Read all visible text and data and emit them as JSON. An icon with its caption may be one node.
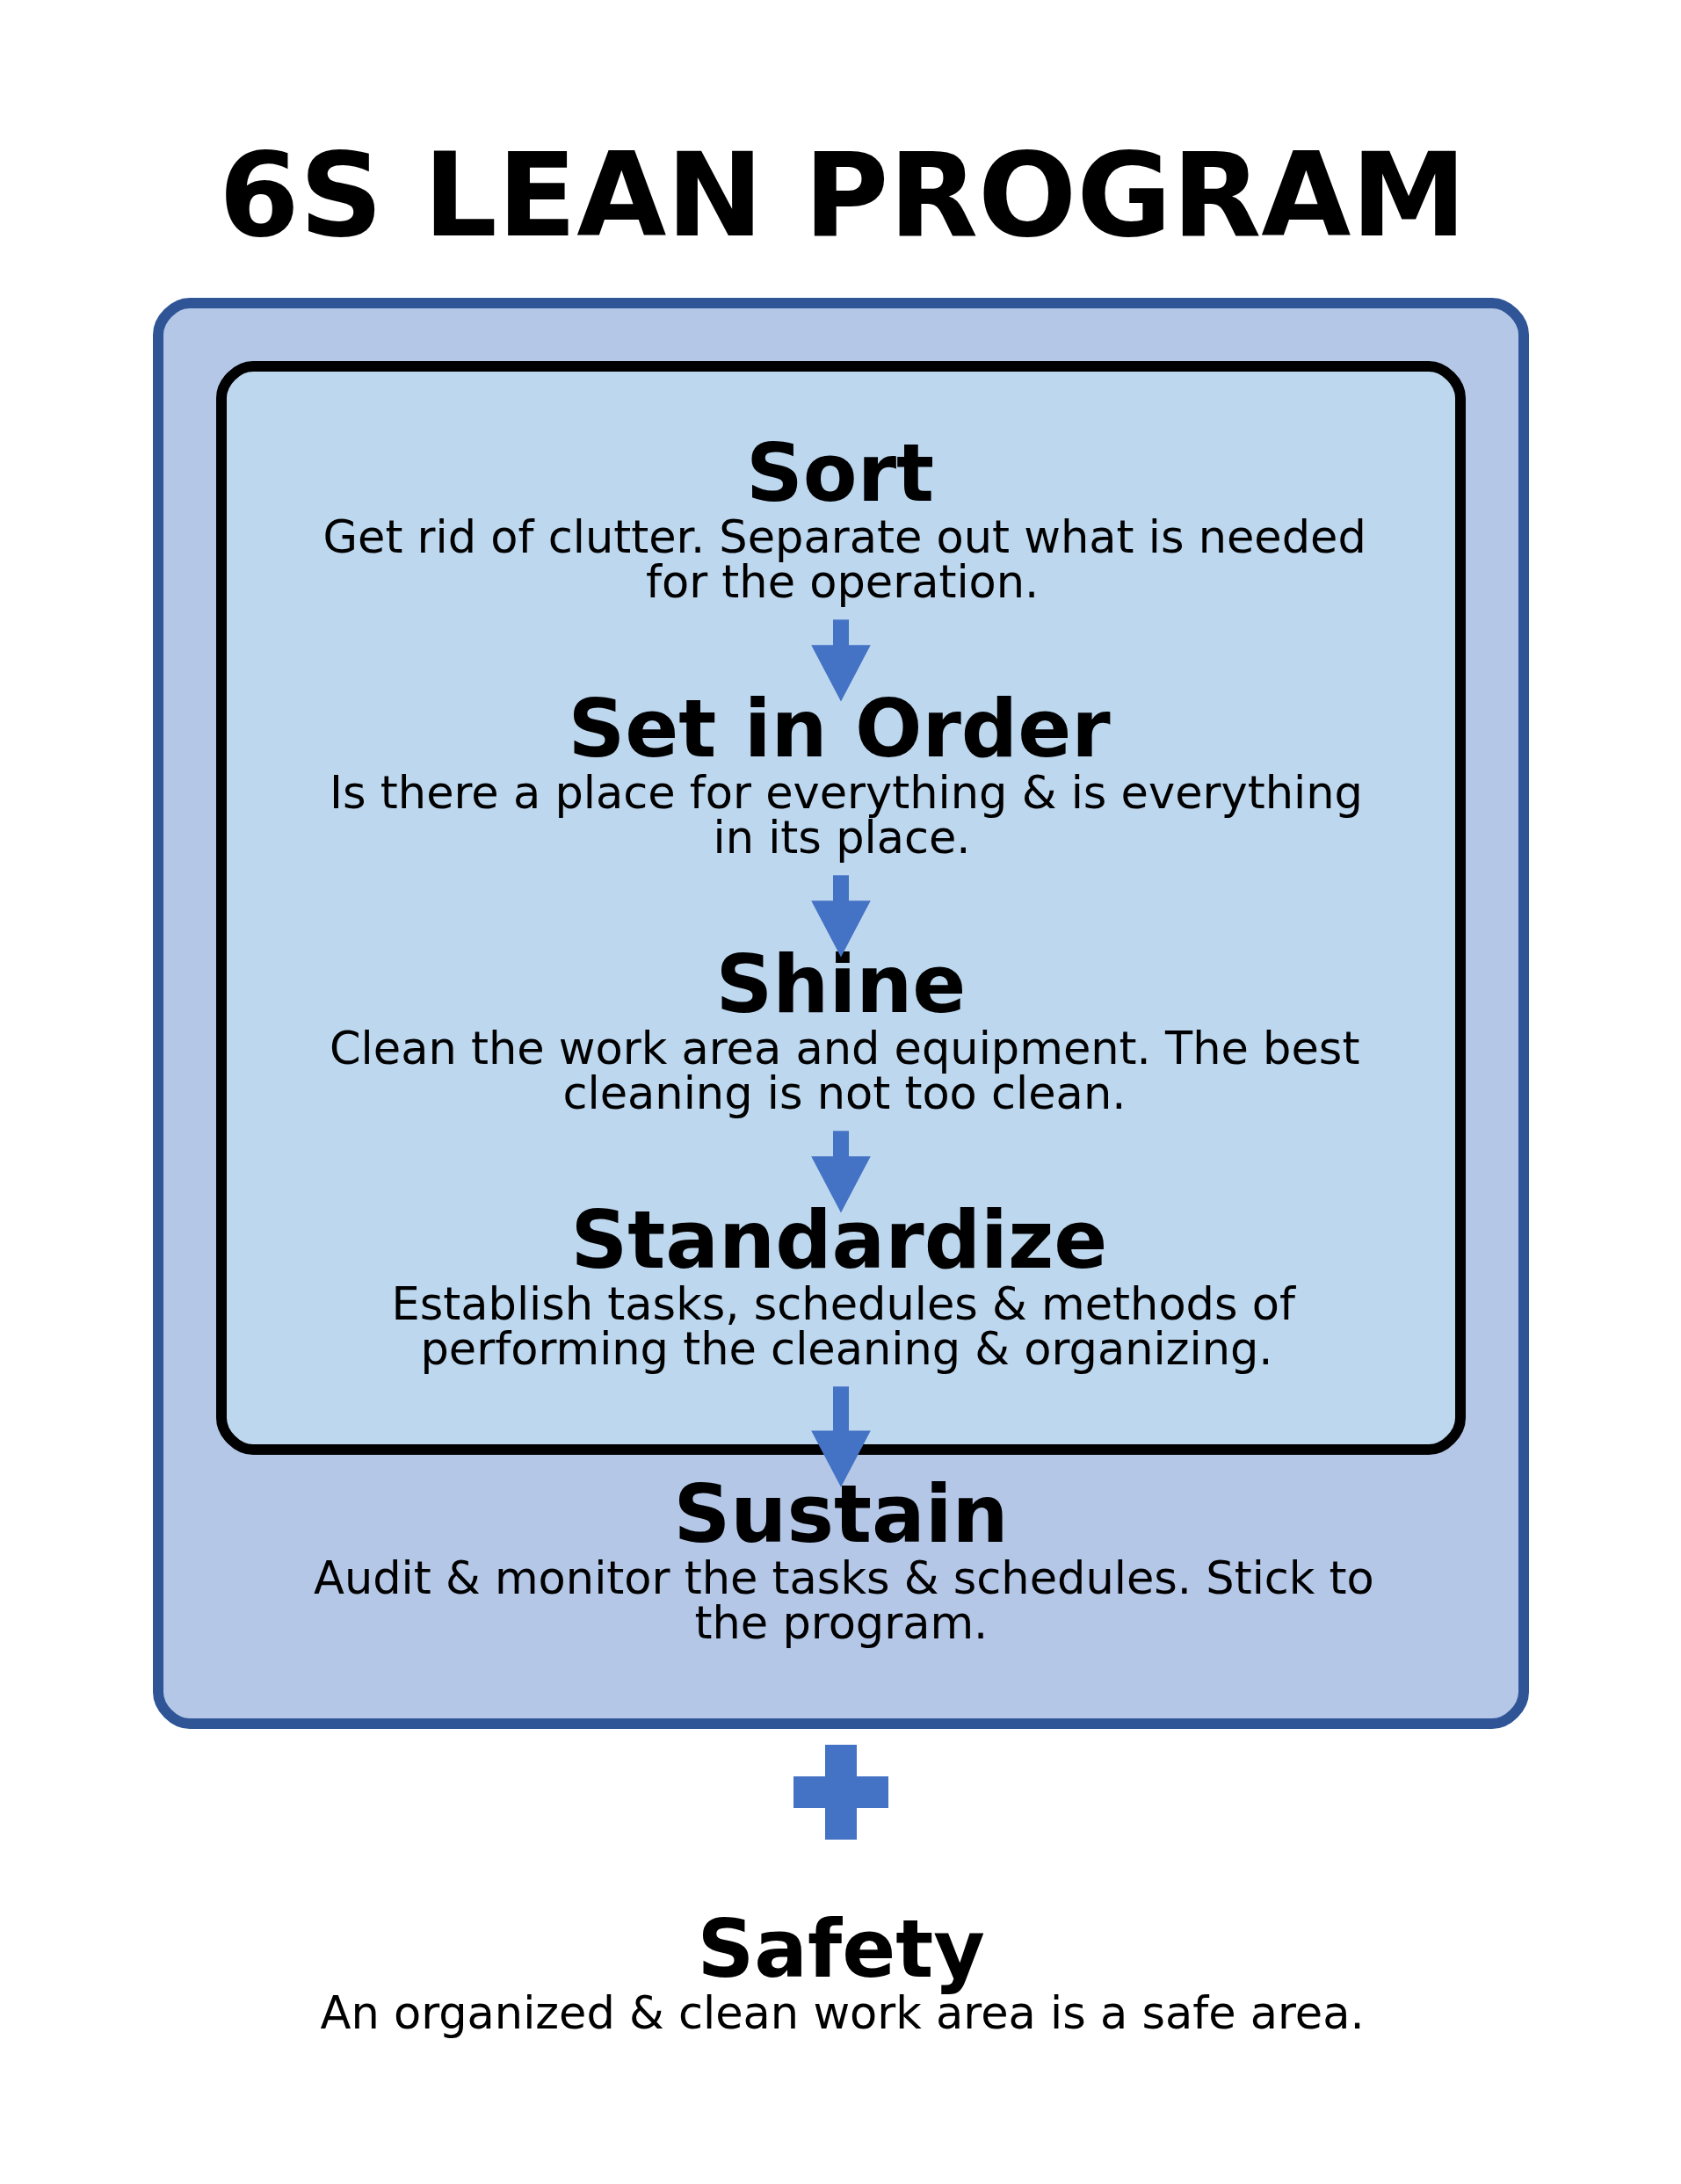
{
  "diagram": {
    "title": "6S LEAN PROGRAM",
    "nodes": [
      {
        "text": [],
        "shape": "box"
      },
      {
        "text": [],
        "shape": "box",
        "in": 0
      },
      {
        "text": [
          "Sort",
          "Get rid of clutter. Separate out what is needed for the operation."
        ],
        "in": 1
      },
      {
        "text": [
          "Set in Order",
          "Is there a place for everything & is everything in its place."
        ],
        "in": 1
      },
      {
        "text": [
          "Shine",
          "Clean the work area and equipment. The best cleaning is not too clean."
        ],
        "in": 1
      },
      {
        "text": [
          "Standardize",
          "Establish tasks, schedules & methods of performing the cleaning & organizing."
        ],
        "in": 1
      },
      {
        "text": [
          "Sustain",
          "Audit & monitor the tasks & schedules. Stick to the program."
        ],
        "in": 0
      },
      {
        "text": [],
        "shape": "plus"
      },
      {
        "text": [
          "Safety",
          "An organized & clean work area is a safe area."
        ]
      }
    ],
    "edges": [
      {
        "from": 2,
        "to": 3,
        "arrow": "to"
      },
      {
        "from": 3,
        "to": 4,
        "arrow": "to"
      },
      {
        "from": 4,
        "to": 5,
        "arrow": "to"
      },
      {
        "from": 5,
        "to": 6,
        "arrow": "to"
      }
    ]
  }
}
